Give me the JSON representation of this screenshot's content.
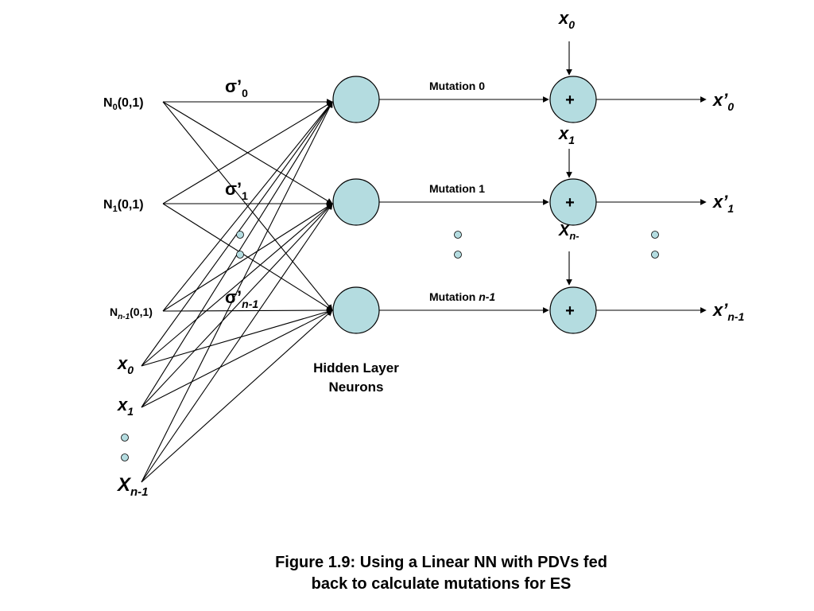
{
  "colors": {
    "neuron_fill": "#b4dce0",
    "dot_fill": "#b4dce0",
    "stroke": "#000000",
    "background": "#ffffff"
  },
  "inputs": {
    "n0": {
      "base": "N",
      "sub": "0",
      "rest": "(0,1)"
    },
    "n1": {
      "base": "N",
      "sub": "1",
      "rest": "(0,1)"
    },
    "nn1": {
      "base": "N",
      "sub": "n-1",
      "rest": "(0,1)"
    },
    "x0": {
      "base": "x",
      "sub": "0"
    },
    "x1": {
      "base": "x",
      "sub": "1"
    },
    "xn1": {
      "base": "X",
      "sub": "n-1"
    }
  },
  "sigmas": [
    {
      "base": "σ’",
      "sub": "0"
    },
    {
      "base": "σ’",
      "sub": "1"
    },
    {
      "base": "σ’",
      "sub": "n-1"
    }
  ],
  "mutations": [
    {
      "text": "Mutation ",
      "suffix": "0"
    },
    {
      "text": "Mutation ",
      "suffix": "1"
    },
    {
      "text": "Mutation ",
      "suffix": "n-1"
    }
  ],
  "adders": {
    "symbol": "+",
    "x_inputs": [
      {
        "base": "x",
        "sub": "0"
      },
      {
        "base": "x",
        "sub": "1"
      },
      {
        "base": "X",
        "sub": "n-"
      }
    ]
  },
  "outputs": [
    {
      "base": "x’",
      "sub": "0"
    },
    {
      "base": "x’",
      "sub": "1"
    },
    {
      "base": "x’",
      "sub": "n-1"
    }
  ],
  "hidden_label": {
    "line1": "Hidden Layer",
    "line2": "Neurons"
  },
  "caption": {
    "line1": "Figure 1.9: Using a Linear NN with PDVs fed",
    "line2": "back to calculate mutations for ES"
  }
}
